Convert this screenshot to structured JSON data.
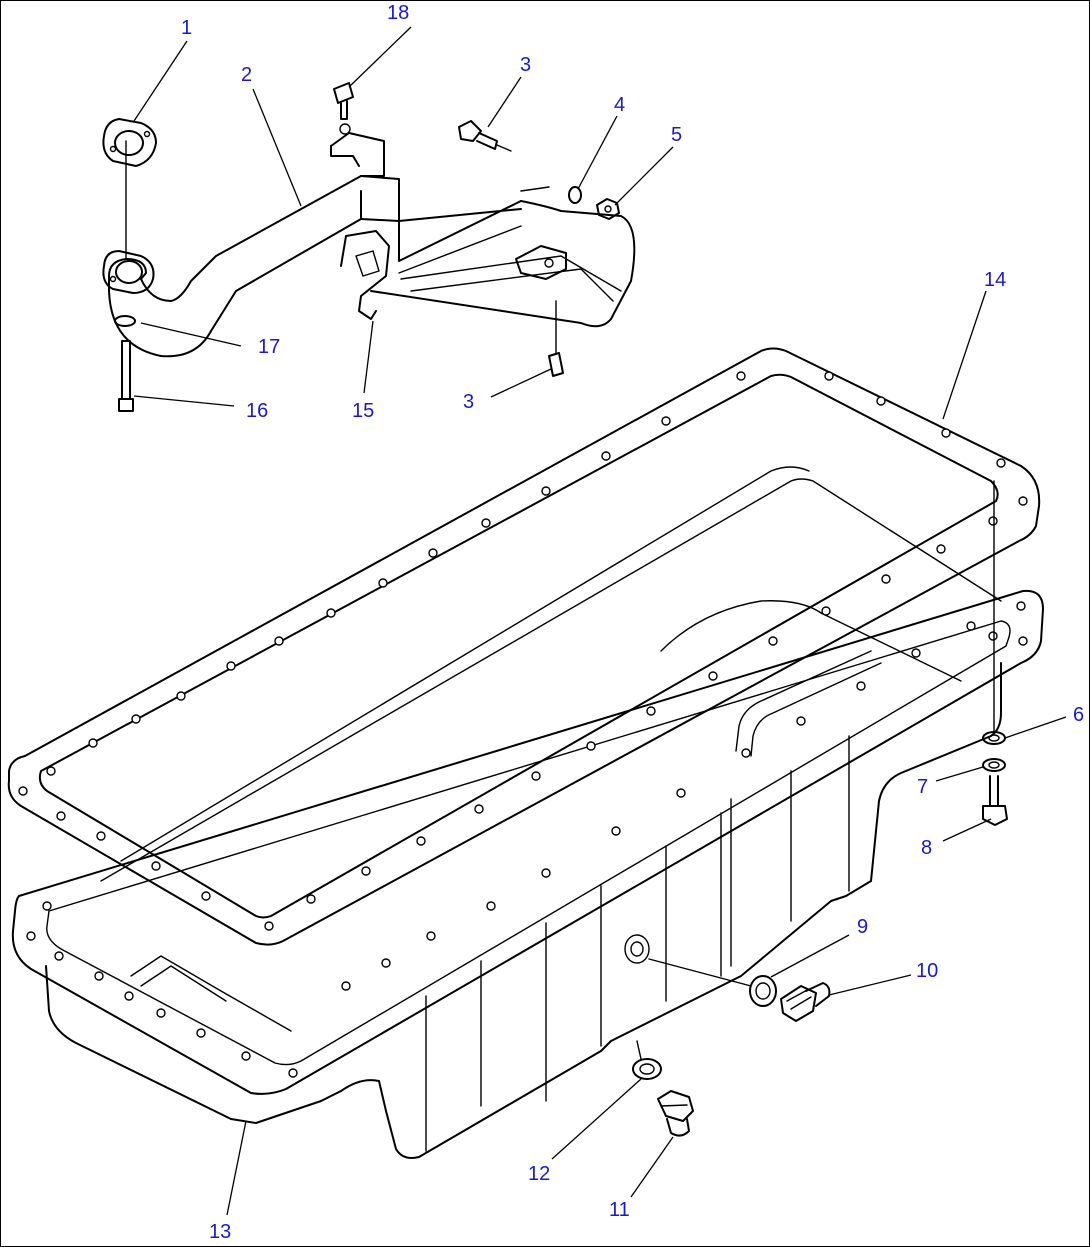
{
  "diagram": {
    "callouts": [
      {
        "id": "c1",
        "label": "1"
      },
      {
        "id": "c2",
        "label": "2"
      },
      {
        "id": "c3a",
        "label": "3"
      },
      {
        "id": "c3b",
        "label": "3"
      },
      {
        "id": "c4",
        "label": "4"
      },
      {
        "id": "c5",
        "label": "5"
      },
      {
        "id": "c6",
        "label": "6"
      },
      {
        "id": "c7",
        "label": "7"
      },
      {
        "id": "c8",
        "label": "8"
      },
      {
        "id": "c9",
        "label": "9"
      },
      {
        "id": "c10",
        "label": "10"
      },
      {
        "id": "c11",
        "label": "11"
      },
      {
        "id": "c12",
        "label": "12"
      },
      {
        "id": "c13",
        "label": "13"
      },
      {
        "id": "c14",
        "label": "14"
      },
      {
        "id": "c15",
        "label": "15"
      },
      {
        "id": "c16",
        "label": "16"
      },
      {
        "id": "c17",
        "label": "17"
      },
      {
        "id": "c18",
        "label": "18"
      }
    ],
    "colors": {
      "callout_text": "#1a1acc",
      "line_art": "#000000",
      "background": "#ffffff"
    }
  }
}
